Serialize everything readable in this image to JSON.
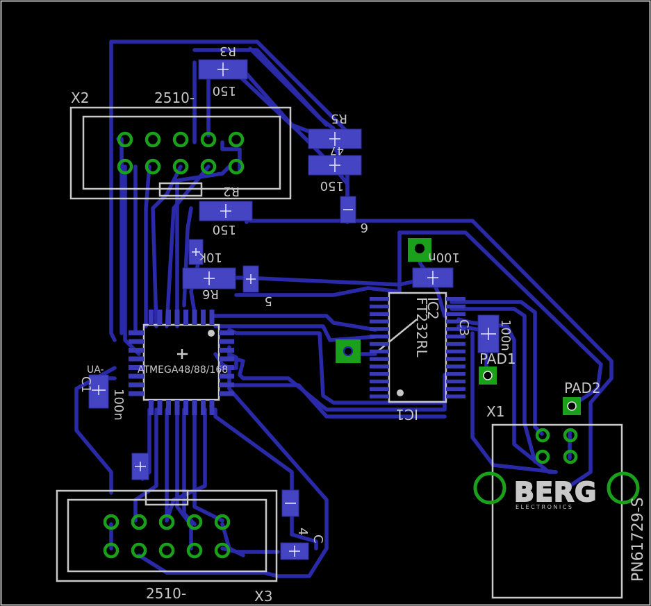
{
  "board": {
    "background_color": "#000000",
    "trace_color": "#2a2aa8",
    "pad_color": "#1aa01a",
    "silk_color": "#c8c8c8"
  },
  "labels": {
    "x2": "X2",
    "x2_part": "2510-",
    "x3": "X3",
    "x3_part": "2510-",
    "x1": "X1",
    "x1_part": "PN61729-S",
    "pad1": "PAD1",
    "pad2": "PAD2",
    "r3": "R3",
    "r3_val": "150",
    "r5": "R5",
    "r4_val": "47",
    "r4b_val": "150",
    "r2": "R2",
    "r2_val": "150",
    "r6": "R6",
    "r6_val": "10k",
    "c6": "6",
    "c5": "5",
    "c100n": "100n",
    "c3": "C3",
    "c3_val": "100n",
    "ic1": "IC1",
    "ft232": "FT232RL",
    "ic2": "IC2",
    "atmega": "ATMEGA48/88/168",
    "c1_ua": "UA-",
    "c1": "C1",
    "c1_val": "100n",
    "c4": "4",
    "c4_lbl": "C",
    "berg": "BERG",
    "electronics": "ELECTRONICS"
  }
}
